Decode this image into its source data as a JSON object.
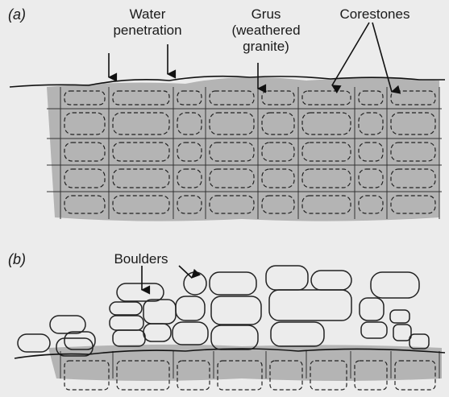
{
  "panels": {
    "a": {
      "label": "(a)",
      "labels": {
        "water": "Water\npenetration",
        "grus": "Grus\n(weathered\ngranite)",
        "corestones": "Corestones"
      }
    },
    "b": {
      "label": "(b)",
      "labels": {
        "boulders": "Boulders"
      }
    }
  },
  "colors": {
    "background": "#ececec",
    "grus": "#a9a9a9",
    "ink": "#222222"
  }
}
